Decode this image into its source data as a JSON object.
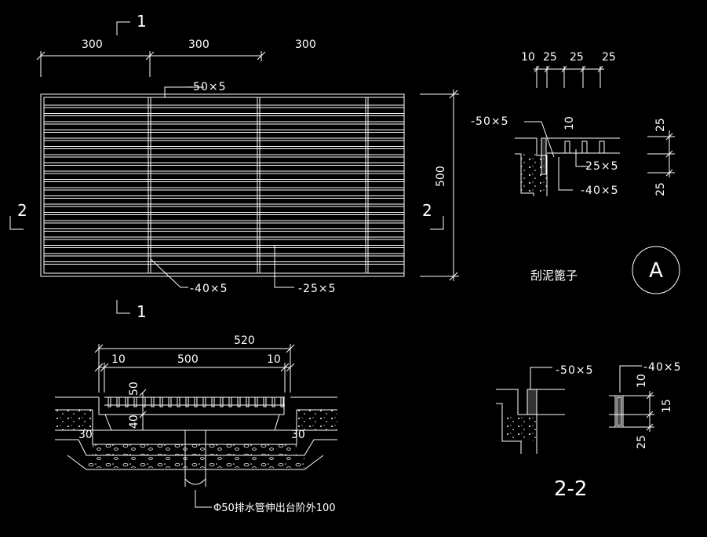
{
  "plan": {
    "dims_top": [
      "300",
      "300",
      "300"
    ],
    "dim_right": "500",
    "section_1_top": "1",
    "section_1_bottom": "1",
    "section_2_left": "2",
    "section_2_right": "2",
    "label_top_bar": "-50×5",
    "label_cross_bar": "-40×5",
    "label_flat_bar": "-25×5"
  },
  "detail_a": {
    "dims_top": [
      "10",
      "25",
      "25",
      "25"
    ],
    "label_50x5": "-50×5",
    "label_25x5": "-25×5",
    "label_40x5": "-40×5",
    "dim_10": "10",
    "dim_right_1": "25",
    "dim_right_2": "25",
    "title": "刮泥篦子",
    "circle_label": "A"
  },
  "section_1_1": {
    "dim_total": "520",
    "dim_left": "10",
    "dim_mid": "500",
    "dim_right": "10",
    "dim_50": "50",
    "dim_40": "40",
    "dim_30_left": "30",
    "dim_30_right": "30",
    "drain_note": "Φ50排水管伸出台阶外100"
  },
  "section_2_2": {
    "label_50x5": "-50×5",
    "label_40x5": "-40×5",
    "dim_10": "10",
    "dim_15": "15",
    "dim_25": "25",
    "title": "2-2"
  },
  "colors": {
    "background": "#000000",
    "line": "#ffffff"
  }
}
